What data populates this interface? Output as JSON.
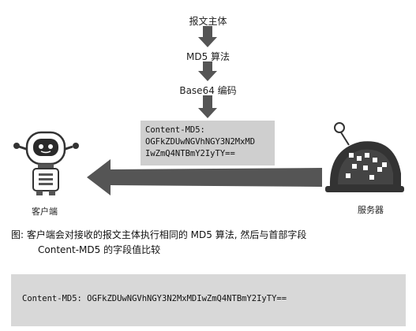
{
  "flow": {
    "step1": "报文主体",
    "step2": "MD5 算法",
    "step3": "Base64 编码"
  },
  "code_box": {
    "line1": "Content-MD5:",
    "line2": "OGFkZDUwNGVhNGY3N2MxMD",
    "line3": "IwZmQ4NTBmY2IyTY=="
  },
  "labels": {
    "client": "客户端",
    "server": "服务器"
  },
  "caption": {
    "line1": "图: 客户端会对接收的报文主体执行相同的 MD5 算法, 然后与首部字段",
    "line2": "Content-MD5 的字段值比较"
  },
  "bottom": {
    "text": "Content-MD5: OGFkZDUwNGVhNGY3N2MxMDIwZmQ4NTBmY2IyTY=="
  },
  "colors": {
    "arrow": "#555555",
    "box": "#cfcfcf"
  }
}
